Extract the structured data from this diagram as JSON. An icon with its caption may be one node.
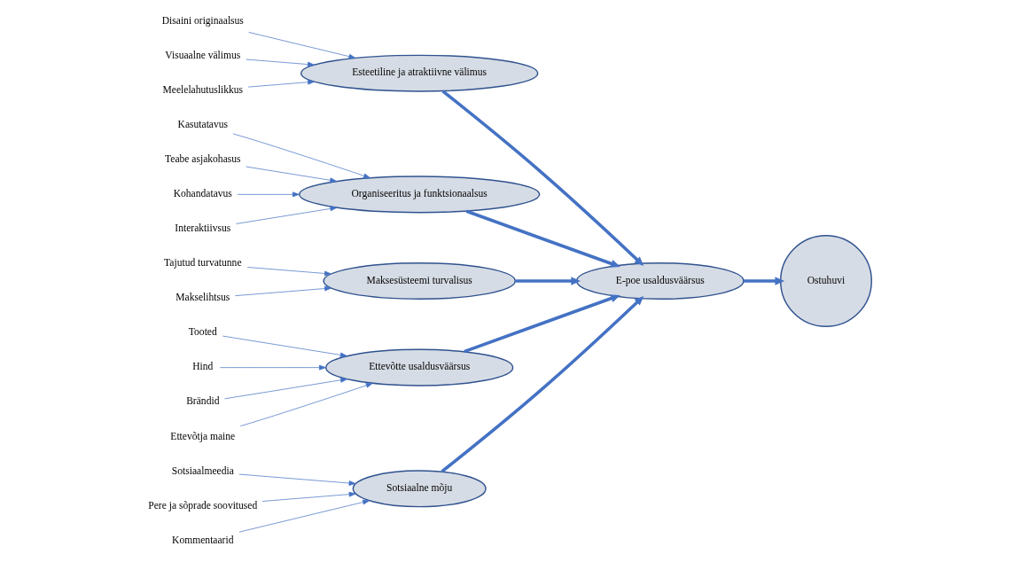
{
  "diagram": {
    "nodes": [
      {
        "text": [
          "Disaini originaalsus"
        ]
      },
      {
        "text": [
          "Visuaalne välimus"
        ]
      },
      {
        "text": [
          "Meelelahutuslikkus"
        ]
      },
      {
        "text": [
          "Esteetiline ja atraktiivne välimus"
        ]
      },
      {
        "text": [
          "Kasutatavus"
        ]
      },
      {
        "text": [
          "Teabe asjakohasus"
        ]
      },
      {
        "text": [
          "Kohandatavus"
        ]
      },
      {
        "text": [
          "Interaktiivsus"
        ]
      },
      {
        "text": [
          "Organiseeritus ja funktsionaalsus"
        ]
      },
      {
        "text": [
          "Tajutud turvatunne"
        ]
      },
      {
        "text": [
          "Makselihtsus"
        ]
      },
      {
        "text": [
          "Maksesüsteemi turvalisus"
        ]
      },
      {
        "text": [
          "Tooted"
        ]
      },
      {
        "text": [
          "Hind"
        ]
      },
      {
        "text": [
          "Brändid"
        ]
      },
      {
        "text": [
          "Ettevõtja maine"
        ]
      },
      {
        "text": [
          "Ettevõtte usaldusväärsus"
        ]
      },
      {
        "text": [
          "E-poe usaldusväärsus"
        ]
      },
      {
        "text": [
          "Ostuhuvi"
        ]
      },
      {
        "text": [
          "Sotsiaalne mõju"
        ]
      },
      {
        "text": [
          "Sotsiaalmeedia"
        ]
      },
      {
        "text": [
          "Pere ja sõprade soovitused"
        ]
      },
      {
        "text": [
          "Kommentaarid"
        ]
      }
    ],
    "edges": [
      {
        "from": 0,
        "to": 3,
        "arrow": "to"
      },
      {
        "from": 1,
        "to": 3,
        "arrow": "to"
      },
      {
        "from": 2,
        "to": 3,
        "arrow": "to"
      },
      {
        "from": 4,
        "to": 8,
        "arrow": "to"
      },
      {
        "from": 5,
        "to": 8,
        "arrow": "to"
      },
      {
        "from": 6,
        "to": 8,
        "arrow": "to"
      },
      {
        "from": 7,
        "to": 8,
        "arrow": "to"
      },
      {
        "from": 9,
        "to": 11,
        "arrow": "to"
      },
      {
        "from": 10,
        "to": 11,
        "arrow": "to"
      },
      {
        "from": 12,
        "to": 16,
        "arrow": "to"
      },
      {
        "from": 13,
        "to": 16,
        "arrow": "to"
      },
      {
        "from": 14,
        "to": 16,
        "arrow": "to"
      },
      {
        "from": 15,
        "to": 16,
        "arrow": "to"
      },
      {
        "from": 3,
        "to": 17,
        "arrow": "to",
        "style": "thick"
      },
      {
        "from": 8,
        "to": 17,
        "arrow": "to",
        "style": "thick"
      },
      {
        "from": 11,
        "to": 17,
        "arrow": "to",
        "style": "thick"
      },
      {
        "from": 16,
        "to": 17,
        "arrow": "to",
        "style": "thick"
      },
      {
        "from": 19,
        "to": 17,
        "arrow": "to",
        "style": "thick"
      },
      {
        "from": 17,
        "to": 18,
        "arrow": "to",
        "style": "thick"
      },
      {
        "from": 20,
        "to": 19,
        "arrow": "to"
      },
      {
        "from": 21,
        "to": 19,
        "arrow": "to"
      },
      {
        "from": 22,
        "to": 19,
        "arrow": "to"
      }
    ]
  }
}
